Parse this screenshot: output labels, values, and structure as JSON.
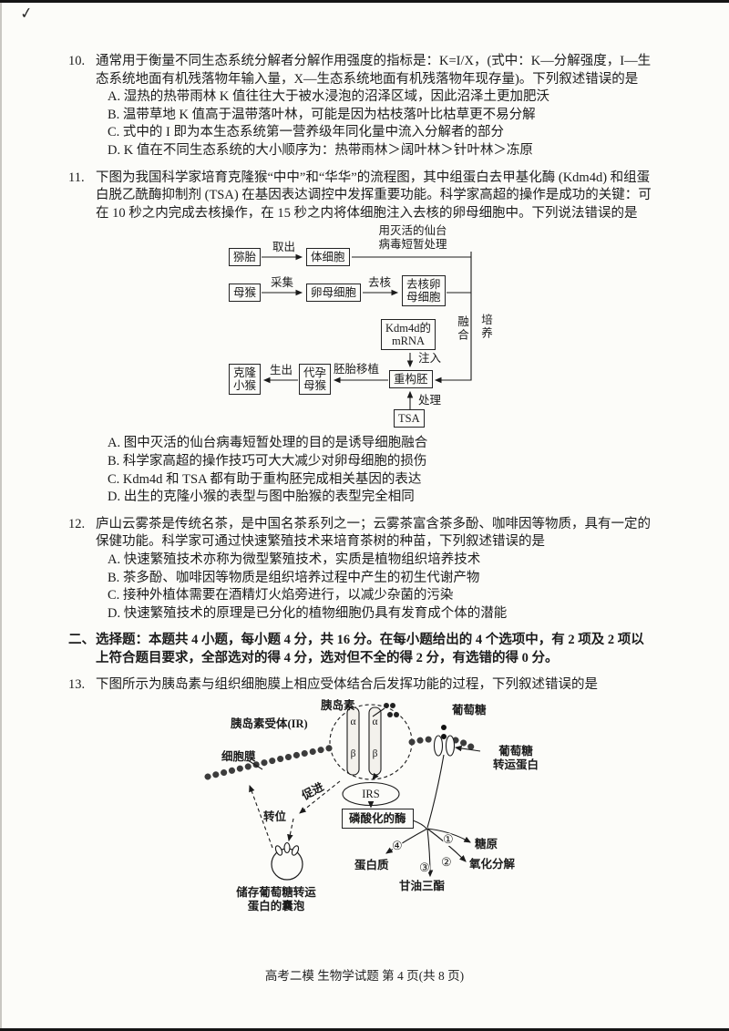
{
  "page": {
    "mark": "✓",
    "footer": "高考二模 生物学试题 第 4 页(共 8 页)"
  },
  "q10": {
    "number": "10.",
    "stem": "通常用于衡量不同生态系统分解者分解作用强度的指标是：K=I/X，(式中：K—分解强度，I—生态系统地面有机残落物年输入量，X—生态系统地面有机残落物年现存量)。下列叙述错误的是",
    "options": [
      "A. 湿热的热带雨林 K 值往往大于被水浸泡的沼泽区域，因此沼泽土更加肥沃",
      "B. 温带草地 K 值高于温带落叶林，可能是因为枯枝落叶比枯草更不易分解",
      "C. 式中的 I 即为本生态系统第一营养级年同化量中流入分解者的部分",
      "D. K 值在不同生态系统的大小顺序为：热带雨林＞阔叶林＞针叶林＞冻原"
    ]
  },
  "q11": {
    "number": "11.",
    "stem": "下图为我国科学家培育克隆猴“中中”和“华华”的流程图，其中组蛋白去甲基化酶 (Kdm4d) 和组蛋白脱乙酰酶抑制剂 (TSA) 在基因表达调控中发挥重要功能。科学家高超的操作是成功的关键：可在 10 秒之内完成去核操作，在 15 秒之内将体细胞注入去核的卵母细胞中。下列说法错误的是",
    "options": [
      "A. 图中灭活的仙台病毒短暂处理的目的是诱导细胞融合",
      "B. 科学家高超的操作技巧可大大减少对卵母细胞的损伤",
      "C. Kdm4d 和 TSA 都有助于重构胚完成相关基因的表达",
      "D. 出生的克隆小猴的表型与图中胎猴的表型完全相同"
    ]
  },
  "q12": {
    "number": "12.",
    "stem": "庐山云雾茶是传统名茶，是中国名茶系列之一；云雾茶富含茶多酚、咖啡因等物质，具有一定的保健功能。科学家可通过快速繁殖技术来培育茶树的种苗，下列叙述错误的是",
    "options": [
      "A. 快速繁殖技术亦称为微型繁殖技术，实质是植物组织培养技术",
      "B. 茶多酚、咖啡因等物质是组织培养过程中产生的初生代谢产物",
      "C. 接种外植体需要在酒精灯火焰旁进行，以减少杂菌的污染",
      "D. 快速繁殖技术的原理是已分化的植物细胞仍具有发育成个体的潜能"
    ]
  },
  "sec2": {
    "number": "二、",
    "text": "选择题：本题共 4 小题，每小题 4 分，共 16 分。在每小题给出的 4 个选项中，有 2 项及 2 项以上符合题目要求，全部选对的得 4 分，选对但不全的得 2 分，有选错的得 0 分。"
  },
  "q13": {
    "number": "13.",
    "stem": "下图所示为胰岛素与组织细胞膜上相应受体结合后发挥功能的过程，下列叙述错误的是"
  },
  "d1": {
    "sendai_l1": "用灭活的仙台",
    "sendai_l2": "病毒短暂处理",
    "monkey_fetus": "猕胎",
    "take_out": "取出",
    "somatic_cell": "体细胞",
    "mother_monkey": "母猴",
    "collect": "采集",
    "oocyte": "卵母细胞",
    "enucleate": "去核",
    "enucleated_l1": "去核卵",
    "enucleated_l2": "母细胞",
    "fuse": "融合",
    "culture": "培养",
    "kdm4d_l1": "Kdm4d的",
    "kdm4d_l2": "mRNA",
    "inject": "注入",
    "reconstructed_embryo": "重构胚",
    "treat": "处理",
    "tsa": "TSA",
    "embryo_transfer": "胚胎移植",
    "surrogate_l1": "代孕",
    "surrogate_l2": "母猴",
    "birth": "生出",
    "clone_l1": "克隆",
    "clone_l2": "小猴"
  },
  "d2": {
    "insulin": "胰岛素",
    "glucose": "葡萄糖",
    "receptor": "胰岛素受体(IR)",
    "membrane": "细胞膜",
    "transporter_l1": "葡萄糖",
    "transporter_l2": "转运蛋白",
    "promote": "促进",
    "irs": "IRS",
    "enzyme": "磷酸化的酶",
    "translocate": "转位",
    "vesicle_l1": "储存葡萄糖转运",
    "vesicle_l2": "蛋白的囊泡",
    "protein": "蛋白质",
    "glycogen": "糖原",
    "oxidize": "氧化分解",
    "triglyceride": "甘油三酯",
    "n1": "①",
    "n2": "②",
    "n3": "③",
    "n4": "④",
    "alpha": "α",
    "beta": "β"
  }
}
